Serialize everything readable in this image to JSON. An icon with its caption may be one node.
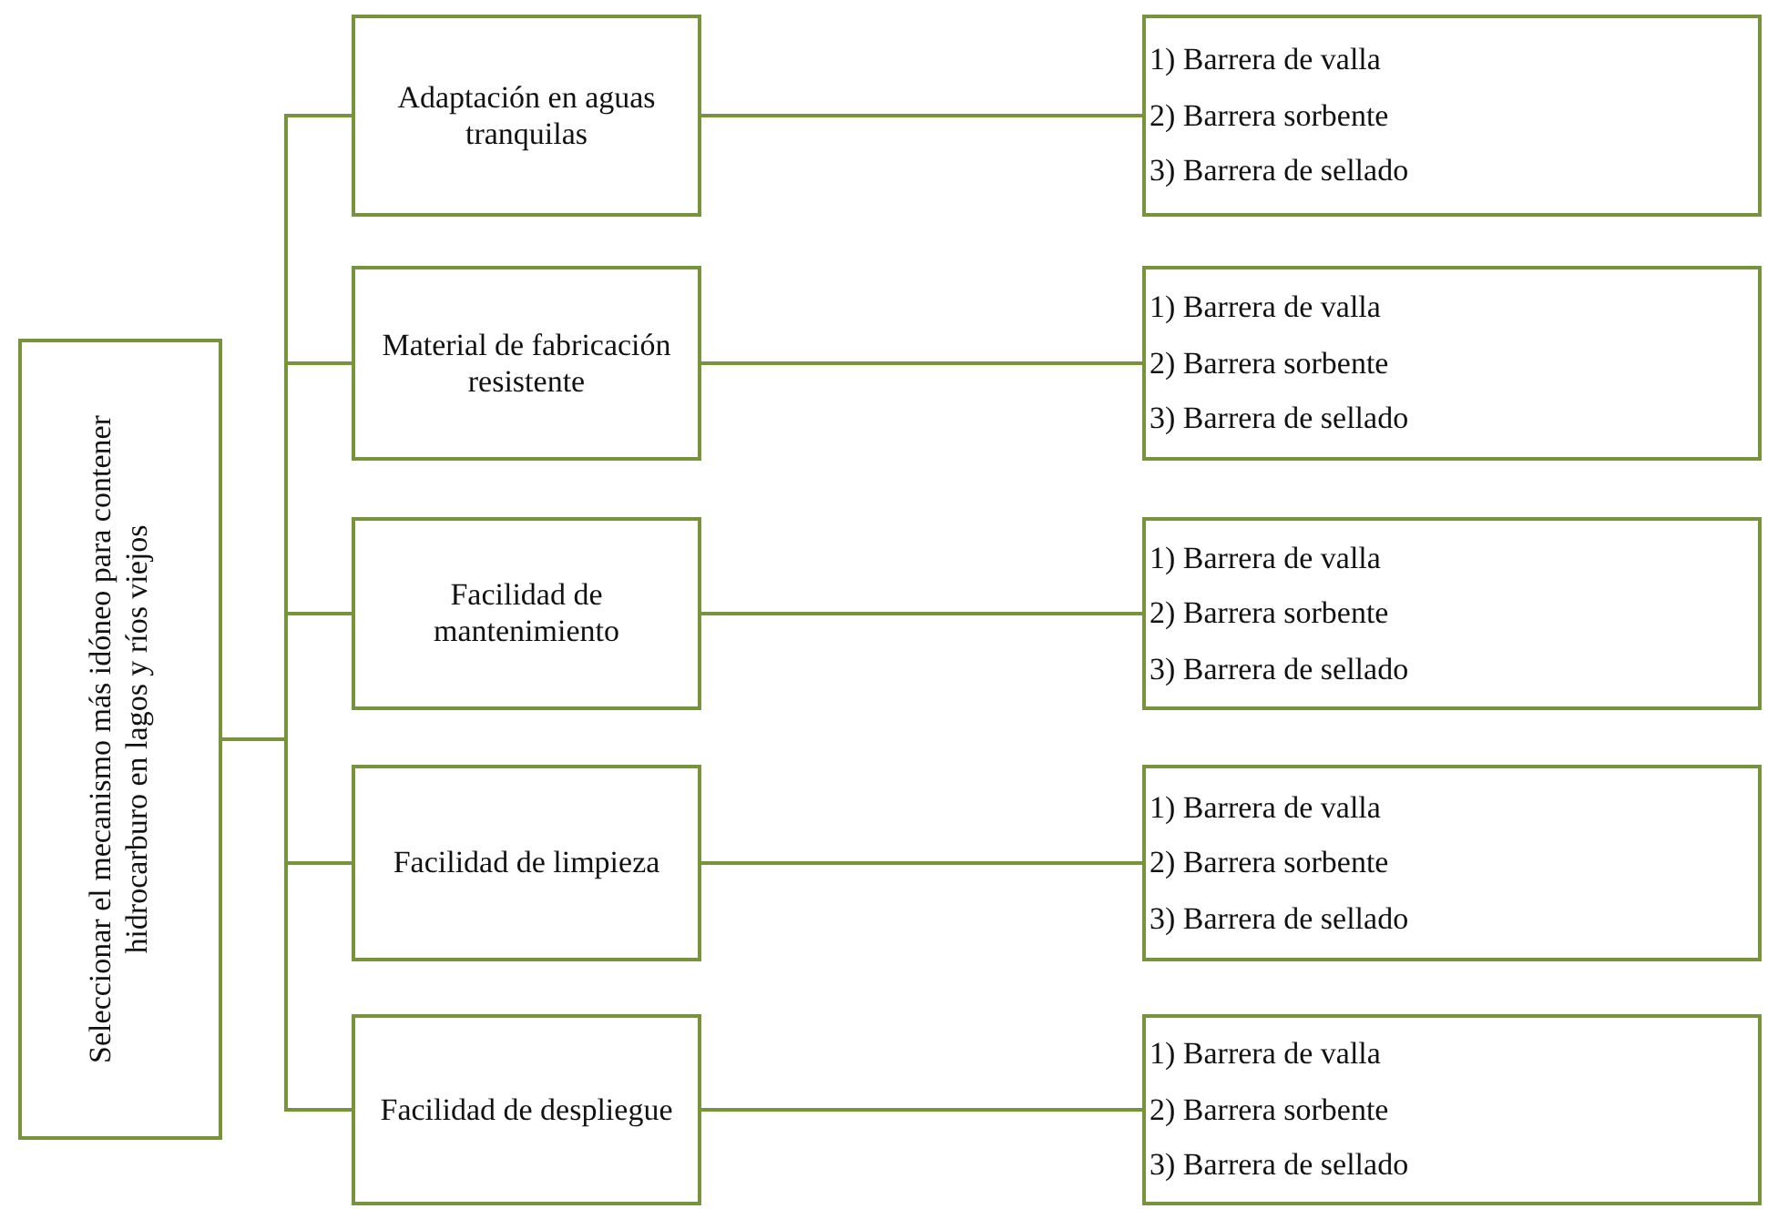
{
  "diagram": {
    "nodes": [
      {
        "text": [
          "Seleccionar el mecanismo más idóneo para contener hidrocarburo en lagos y ríos viejos"
        ]
      },
      {
        "text": [
          "Adaptación en aguas tranquilas"
        ]
      },
      {
        "text": [
          "1) Barrera de valla",
          "2) Barrera sorbente",
          "3) Barrera de sellado"
        ]
      },
      {
        "text": [
          "Material de fabricación resistente"
        ]
      },
      {
        "text": [
          "1) Barrera de valla",
          "2) Barrera sorbente",
          "3) Barrera de sellado"
        ]
      },
      {
        "text": [
          "Facilidad de mantenimiento"
        ]
      },
      {
        "text": [
          "1) Barrera de valla",
          "2) Barrera sorbente",
          "3) Barrera de sellado"
        ]
      },
      {
        "text": [
          "Facilidad de limpieza"
        ]
      },
      {
        "text": [
          "1) Barrera de valla",
          "2) Barrera sorbente",
          "3) Barrera de sellado"
        ]
      },
      {
        "text": [
          "Facilidad de despliegue"
        ]
      },
      {
        "text": [
          "1) Barrera de valla",
          "2) Barrera sorbente",
          "3) Barrera de sellado"
        ]
      }
    ],
    "edges": [
      {
        "from": 0,
        "to": 1,
        "arrow": "none"
      },
      {
        "from": 0,
        "to": 3,
        "arrow": "none"
      },
      {
        "from": 0,
        "to": 5,
        "arrow": "none"
      },
      {
        "from": 0,
        "to": 7,
        "arrow": "none"
      },
      {
        "from": 0,
        "to": 9,
        "arrow": "none"
      },
      {
        "from": 1,
        "to": 2,
        "arrow": "none"
      },
      {
        "from": 3,
        "to": 4,
        "arrow": "none"
      },
      {
        "from": 5,
        "to": 6,
        "arrow": "none"
      },
      {
        "from": 7,
        "to": 8,
        "arrow": "none"
      },
      {
        "from": 9,
        "to": 10,
        "arrow": "none"
      }
    ]
  }
}
